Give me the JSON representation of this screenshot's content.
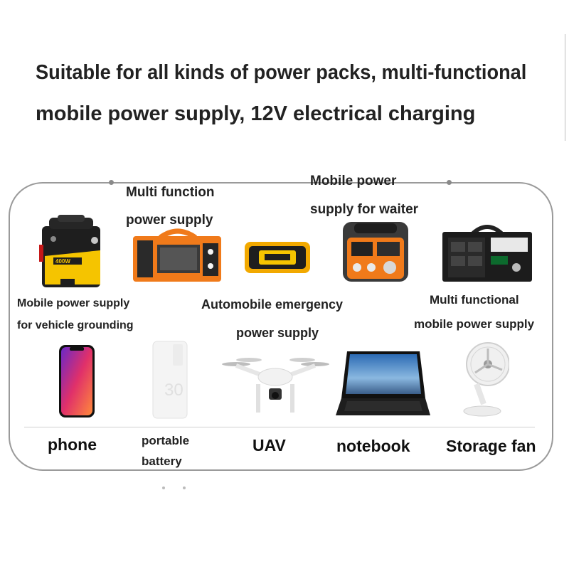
{
  "headline": {
    "line1": "Suitable for all kinds of power packs, multi-functional",
    "line2": "mobile power supply, 12V electrical charging"
  },
  "top_labels": {
    "multi_function_1": "Multi function",
    "multi_function_2": "power supply",
    "mobile_waiter_1": "Mobile power",
    "mobile_waiter_2": "supply for waiter",
    "grounding_1": "Mobile power supply",
    "grounding_2": "for vehicle grounding",
    "emergency_1": "Automobile emergency",
    "emergency_2": "power supply",
    "functional_1": "Multi functional",
    "functional_2": "mobile power supply"
  },
  "bottom_labels": {
    "phone": "phone",
    "battery_1": "portable",
    "battery_2": "battery",
    "uav": "UAV",
    "notebook": "notebook",
    "fan": "Storage fan"
  },
  "product_text": {
    "jump_starter_badge": "400W"
  },
  "colors": {
    "orange": "#f07a1a",
    "yellow": "#f5c400",
    "dark": "#1e1e1e",
    "frame": "#9a9a9a"
  }
}
